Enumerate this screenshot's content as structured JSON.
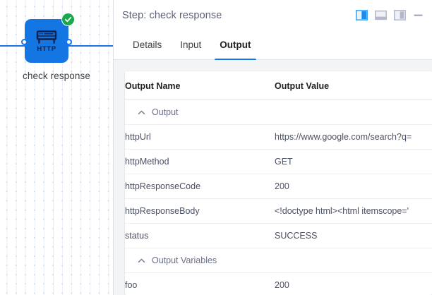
{
  "canvas": {
    "node": {
      "label": "check response",
      "glyph_text": "HTTP",
      "icon": "http-node-icon",
      "status_badge": "success-check-icon",
      "color": "#1476e2",
      "badge_color": "#19a84c"
    },
    "ports": {
      "input": "node-input-port",
      "output": "node-output-port"
    },
    "edge_color": "#1a73e8"
  },
  "panel": {
    "title": "Step: check response",
    "header_actions": [
      {
        "name": "layout-split-view-button",
        "icon": "split-pane-icon",
        "active": true
      },
      {
        "name": "layout-bottom-panel-button",
        "icon": "bottom-panel-icon",
        "active": false
      },
      {
        "name": "layout-right-panel-button",
        "icon": "right-panel-icon",
        "active": false
      },
      {
        "name": "minimize-button",
        "icon": "minimize-dash-icon",
        "active": false
      }
    ],
    "tabs": [
      {
        "label": "Details",
        "active": false
      },
      {
        "label": "Input",
        "active": false
      },
      {
        "label": "Output",
        "active": true
      }
    ],
    "accent_color": "#1a73e8",
    "table": {
      "headers": {
        "name": "Output Name",
        "value": "Output Value"
      },
      "groups": [
        {
          "label": "Output",
          "expanded": true,
          "chevron": "chevron-up-icon",
          "rows": [
            {
              "name": "httpUrl",
              "value": "https://www.google.com/search?q="
            },
            {
              "name": "httpMethod",
              "value": "GET"
            },
            {
              "name": "httpResponseCode",
              "value": "200"
            },
            {
              "name": "httpResponseBody",
              "value": "<!doctype html><html itemscope='"
            },
            {
              "name": "status",
              "value": "SUCCESS"
            }
          ]
        },
        {
          "label": "Output Variables",
          "expanded": true,
          "chevron": "chevron-up-icon",
          "rows": [
            {
              "name": "foo",
              "value": "200"
            }
          ]
        }
      ]
    }
  }
}
